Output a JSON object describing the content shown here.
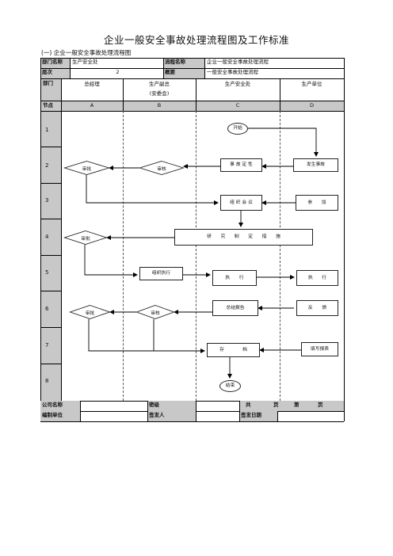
{
  "page": {
    "title": "企业一般安全事故处理流程图及工作标准",
    "subtitle": "(一) 企业一般安全事故处理流程图"
  },
  "header": {
    "dept_name_label": "部门名称",
    "dept_name_value": "生产安全处",
    "flow_name_label": "流程名称",
    "flow_name_value": "企业一般安全事故处理流程",
    "level_label": "层次",
    "level_value": "2",
    "summary_label": "概要",
    "summary_value": "一般安全事故处理流程"
  },
  "columns": {
    "dept_label": "部门",
    "node_label": "节点",
    "items": [
      {
        "name": "总经理",
        "node": "A"
      },
      {
        "name": "生产副总",
        "name2": "(安委会)",
        "node": "B"
      },
      {
        "name": "生产安全处",
        "node": "C"
      },
      {
        "name": "生产单位",
        "node": "D"
      }
    ]
  },
  "rows": [
    "1",
    "2",
    "3",
    "4",
    "5",
    "6",
    "7",
    "8"
  ],
  "flow": {
    "start": "开始",
    "occur": "发生事故",
    "determine": "事 故 定 性",
    "review_b2": "审核",
    "approve_a2": "审批",
    "organize": "组 织 会 议",
    "participate": "参　　加",
    "research": "研　　究　　制　　定　　措　　施",
    "approve_a4": "审批",
    "org_exec": "组织执行",
    "exec_c": "执　　行",
    "exec_d": "执　　行",
    "summary": "总结报告",
    "feedback": "反　　馈",
    "review_b6": "审核",
    "approve_a6": "审批",
    "archive": "存　　　　档",
    "fill_report": "填写报表",
    "end": "结束"
  },
  "footer": {
    "company_label": "公司名称",
    "company_value": "",
    "secret_label": "密级",
    "secret_value": "",
    "page_total": "共",
    "page_unit1": "页",
    "page_cur": "第",
    "page_unit2": "页",
    "unit_label": "编制单位",
    "unit_value": "",
    "issuer_label": "签发人",
    "issuer_value": "",
    "date_label": "签发日期",
    "date_value": ""
  }
}
